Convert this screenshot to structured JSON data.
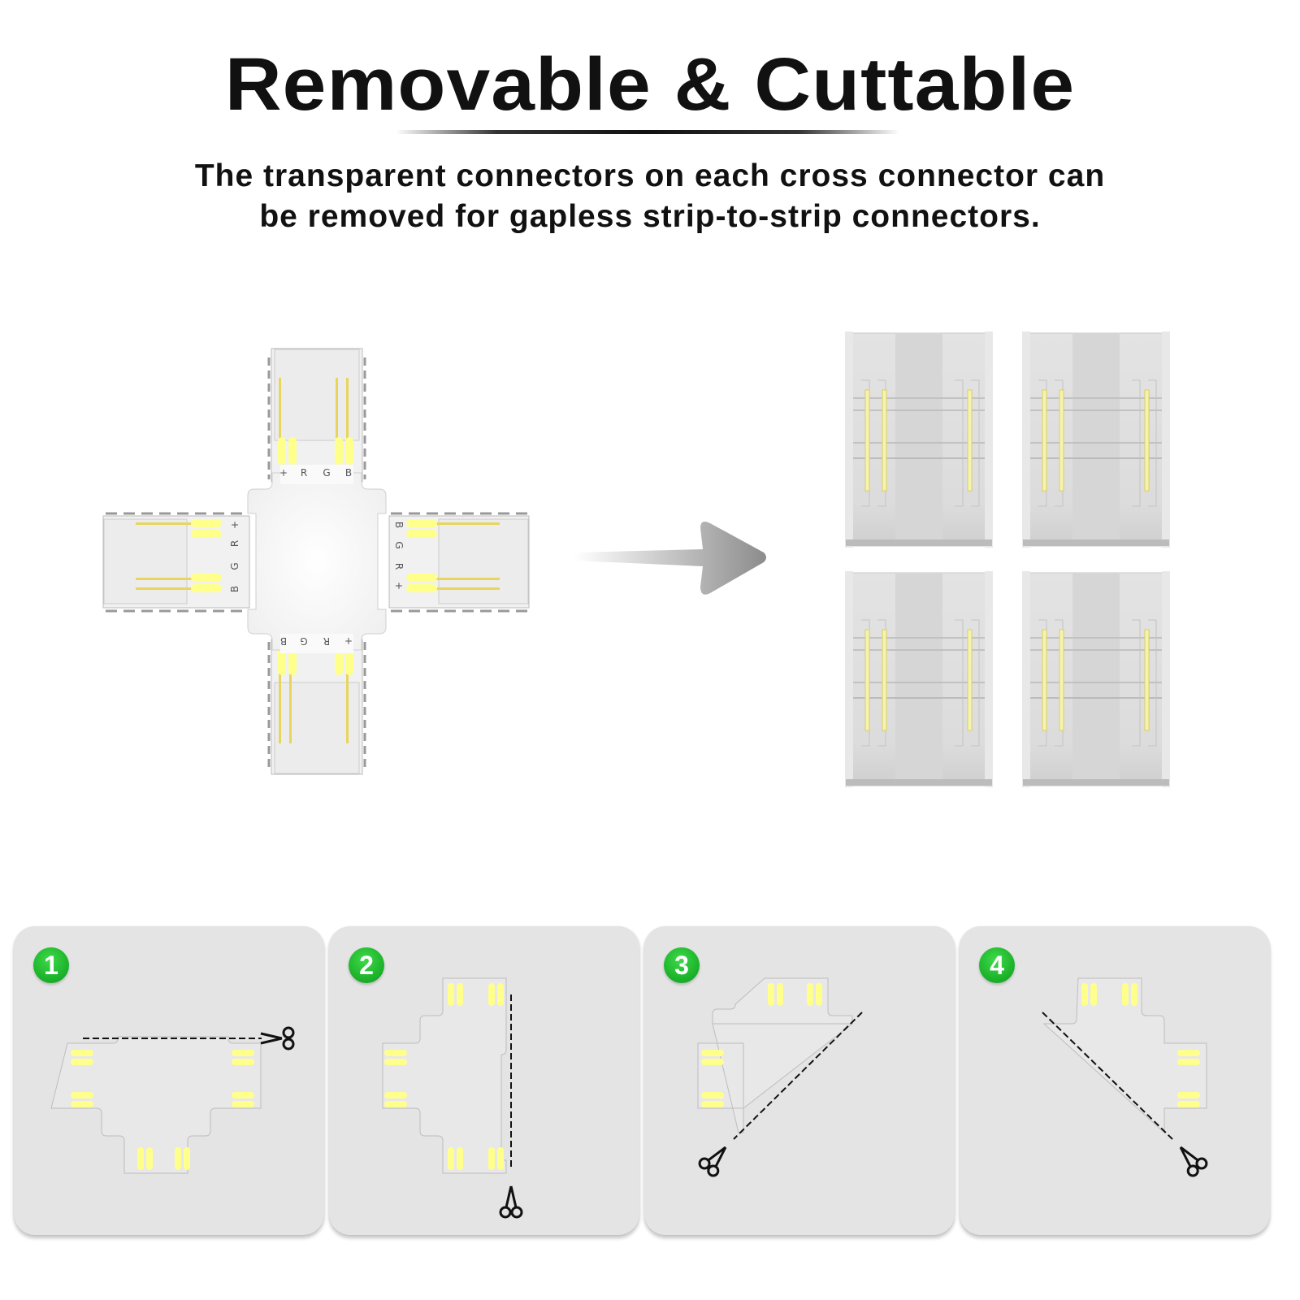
{
  "header": {
    "title": "Removable & Cuttable",
    "subtitle_line1": "The transparent connectors on each cross connector can",
    "subtitle_line2": "be removed for gapless strip-to-strip connectors."
  },
  "cross_connector": {
    "pin_labels_top": [
      "+",
      "R",
      "G",
      "B"
    ],
    "pin_labels_bottom": [
      "B",
      "G",
      "R",
      "+"
    ],
    "pin_labels_left": [
      "+",
      "R",
      "G",
      "B"
    ],
    "pin_labels_right": [
      "B",
      "G",
      "R",
      "+"
    ]
  },
  "detached_clips": {
    "count": 4
  },
  "colors": {
    "badge_green": "#1eb52c",
    "pad_yellow": "#ffff8c",
    "card_bg": "#e4e4e4",
    "arrow_gray": "#999999"
  },
  "steps": [
    {
      "number": "1",
      "shape": "T-connector",
      "cut": "horizontal along top edge",
      "scissors_icon": "scissors-icon"
    },
    {
      "number": "2",
      "shape": "T-connector (rotated)",
      "cut": "vertical along right edge",
      "scissors_icon": "scissors-icon"
    },
    {
      "number": "3",
      "shape": "L-connector",
      "cut": "diagonal bottom-left to top-right",
      "scissors_icon": "scissors-icon"
    },
    {
      "number": "4",
      "shape": "L-connector (mirrored)",
      "cut": "diagonal top-left to bottom-right",
      "scissors_icon": "scissors-icon"
    }
  ]
}
